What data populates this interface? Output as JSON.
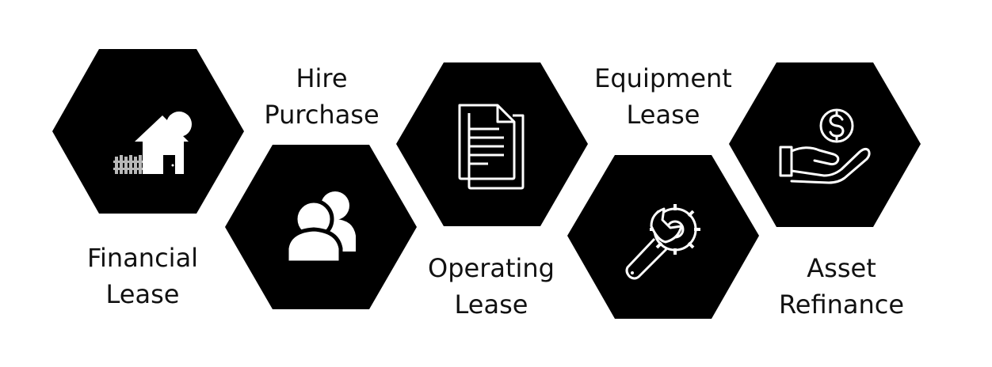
{
  "colors": {
    "hexagon": "#000000",
    "icon": "#ffffff",
    "fence": "#b9b9b9",
    "text": "#111111"
  },
  "items": [
    {
      "label_lines": [
        "Financial",
        "Lease"
      ],
      "icon": "house-icon"
    },
    {
      "label_lines": [
        "Hire",
        "Purchase"
      ],
      "icon": "people-icon"
    },
    {
      "label_lines": [
        "Operating",
        "Lease"
      ],
      "icon": "document-icon"
    },
    {
      "label_lines": [
        "Equipment",
        "Lease"
      ],
      "icon": "wrench-gear-icon"
    },
    {
      "label_lines": [
        "Asset",
        "Refinance"
      ],
      "icon": "hand-dollar-icon"
    }
  ]
}
